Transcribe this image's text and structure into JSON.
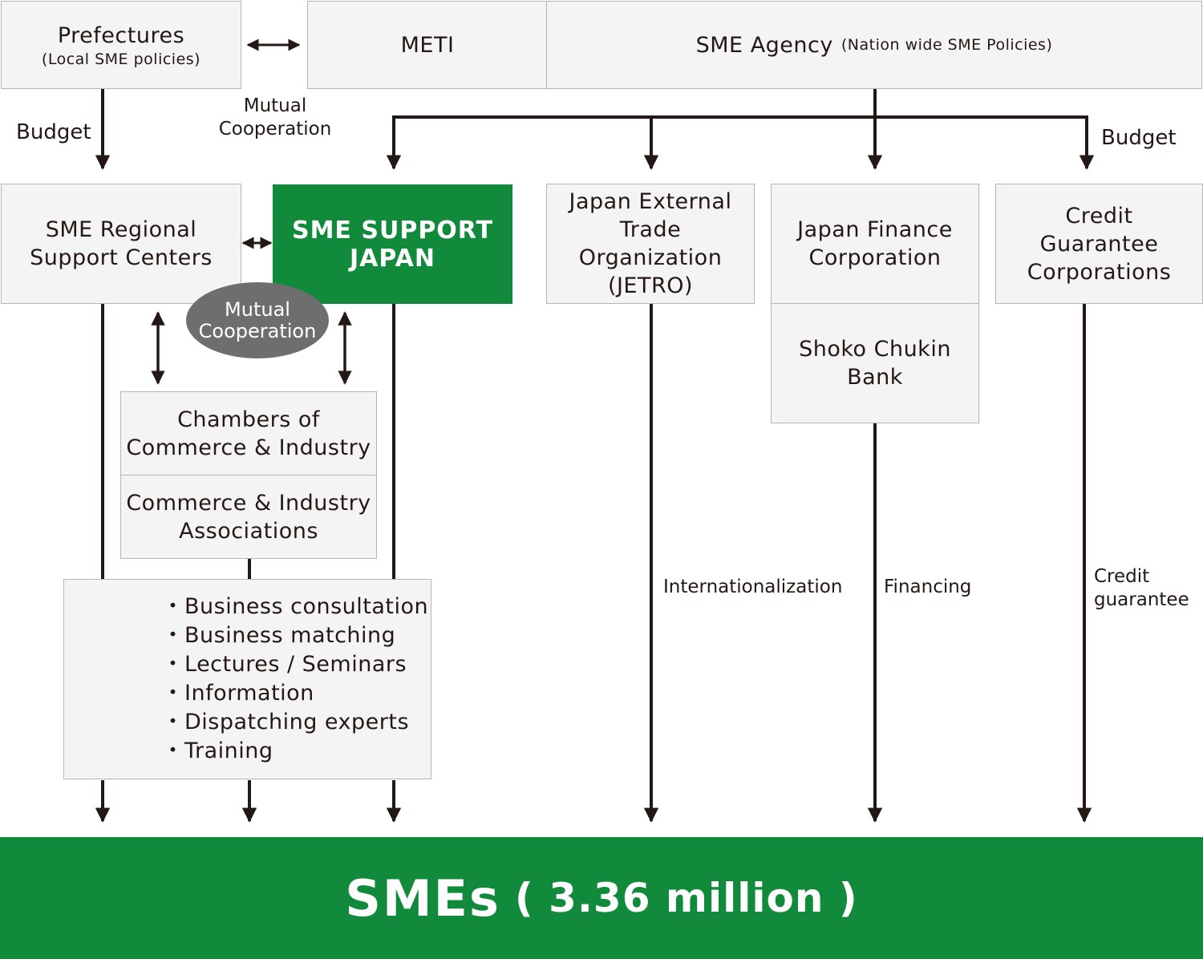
{
  "prefectures": {
    "title": "Prefectures",
    "subtitle": "(Local SME policies)"
  },
  "meti": {
    "label": "METI"
  },
  "sme_agency": {
    "title": "SME Agency",
    "subtitle": "(Nation wide SME Policies)"
  },
  "labels": {
    "budget_left": "Budget",
    "budget_right": "Budget",
    "mutual_top_line1": "Mutual",
    "mutual_top_line2": "Cooperation",
    "internationalization": "Internationalization",
    "financing": "Financing",
    "credit_line1": "Credit",
    "credit_line2": "guarantee"
  },
  "regional_centers": {
    "line1": "SME Regional",
    "line2": "Support Centers"
  },
  "sme_support_japan": {
    "line1": "SME SUPPORT",
    "line2": "JAPAN"
  },
  "mutual_ellipse": {
    "line1": "Mutual",
    "line2": "Cooperation"
  },
  "jetro": {
    "line1": "Japan External",
    "line2": "Trade Organization",
    "line3": "(JETRO)"
  },
  "jfc": {
    "line1": "Japan Finance",
    "line2": "Corporation"
  },
  "shoko": {
    "line1": "Shoko Chukin",
    "line2": "Bank"
  },
  "credit_corps": {
    "line1": "Credit",
    "line2": "Guarantee",
    "line3": "Corporations"
  },
  "chambers": {
    "line1": "Chambers of",
    "line2": "Commerce & Industry"
  },
  "associations": {
    "line1": "Commerce & Industry",
    "line2": "Associations"
  },
  "services": [
    "Business consultation",
    "Business matching",
    "Lectures / Seminars",
    "Information",
    "Dispatching experts",
    "Training"
  ],
  "smes": {
    "title": "SMEs",
    "count": "( 3.36 million )"
  },
  "colors": {
    "green": "#128a3c",
    "line": "#231815",
    "box": "#f4f4f4",
    "ellipse": "#6e6e6e"
  }
}
